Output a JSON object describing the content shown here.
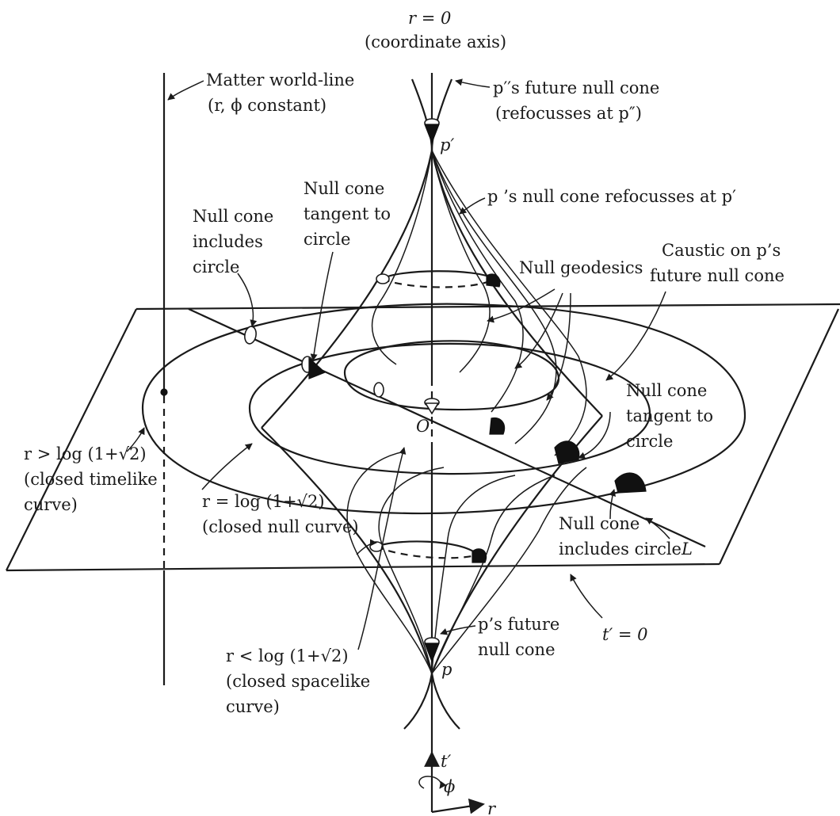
{
  "labels": {
    "r0_top": "r = 0",
    "r0_sub": "(coordinate axis)",
    "matter_line1": "Matter world-line",
    "matter_line2": "(r, ϕ constant)",
    "p2_cone_line1": "p′′s future null cone",
    "p2_cone_line2": "(refocusses at p″)",
    "p_prime": "p′",
    "p_refocus": "p ’s null cone refocusses at p′",
    "null_tangent_top_1": "Null cone",
    "null_tangent_top_2": "tangent to",
    "null_tangent_top_3": "circle",
    "null_includes_top_1": "Null cone",
    "null_includes_top_2": "includes",
    "null_includes_top_3": "circle",
    "null_geodesics": "Null geodesics",
    "caustic_1": "Caustic on p’s",
    "caustic_2": "future null cone",
    "null_tangent_right_1": "Null cone",
    "null_tangent_right_2": "tangent to",
    "null_tangent_right_3": "circle",
    "origin": "O",
    "r_gt_1": "r > log (1+√2)",
    "r_gt_2": "(closed timelike",
    "r_gt_3": "curve)",
    "r_eq_1": "r = log (1+√2)",
    "r_eq_2": "(closed null curve)",
    "null_includes_bottom_1": "Null cone",
    "null_includes_bottom_2": "includes circle",
    "L": "L",
    "t_zero": "t′ = 0",
    "p_future_1": "p’s future",
    "p_future_2": "null cone",
    "p": "p",
    "r_lt_1": "r < log (1+√2)",
    "r_lt_2": "(closed spacelike",
    "r_lt_3": "curve)",
    "axis_t": "t′",
    "axis_phi": "ϕ",
    "axis_r": "r"
  }
}
